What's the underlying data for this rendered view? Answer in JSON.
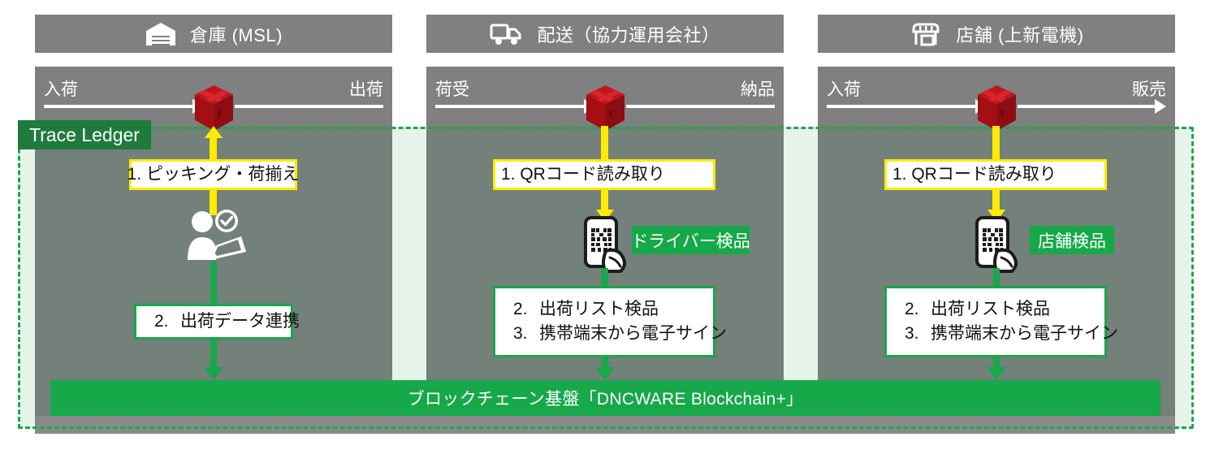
{
  "diagram": {
    "ledger": {
      "tag": "Trace Ledger"
    },
    "chain": {
      "label": "ブロックチェーン基盤「DNCWARE Blockchain+」"
    },
    "colors": {
      "panel_gray": "#808080",
      "panel_dim": "#74807a",
      "green": "#17a84a",
      "green_dark": "#1e7b3c",
      "mint": "#e6f4ea",
      "yellow": "#ffec00",
      "box_red": "#b01116",
      "white": "#ffffff"
    },
    "columns": [
      {
        "id": "warehouse",
        "header": {
          "icon": "warehouse-icon",
          "label": "倉庫 (MSL)"
        },
        "flow": {
          "left": "入荷",
          "right": "出荷",
          "left_arrow": true,
          "right_arrow": false
        },
        "package_icon": "package-box-icon",
        "step1": {
          "label": "1. ピッキング・荷揃え",
          "border": "yellow"
        },
        "actor_icon": "worker-checklist-icon",
        "badge": null,
        "step2": {
          "rows": [
            {
              "num": "2.",
              "text": "出荷データ連携"
            }
          ],
          "border": "green"
        }
      },
      {
        "id": "delivery",
        "header": {
          "icon": "truck-icon",
          "label": "配送（協力運用会社）"
        },
        "flow": {
          "left": "荷受",
          "right": "納品",
          "left_arrow": true,
          "right_arrow": false
        },
        "package_icon": "package-box-icon",
        "step1": {
          "label": "1. QRコード読み取り",
          "border": "yellow"
        },
        "actor_icon": "phone-qr-scan-icon",
        "badge": {
          "label": "ドライバー検品"
        },
        "step2": {
          "rows": [
            {
              "num": "2.",
              "text": "出荷リスト検品"
            },
            {
              "num": "3.",
              "text": "携帯端末から電子サイン"
            }
          ],
          "border": "green"
        }
      },
      {
        "id": "store",
        "header": {
          "icon": "store-icon",
          "label": "店舗 (上新電機)"
        },
        "flow": {
          "left": "入荷",
          "right": "販売",
          "left_arrow": true,
          "right_arrow": true
        },
        "package_icon": "package-box-icon",
        "step1": {
          "label": "1. QRコード読み取り",
          "border": "yellow"
        },
        "actor_icon": "phone-qr-scan-icon",
        "badge": {
          "label": "店舗検品"
        },
        "step2": {
          "rows": [
            {
              "num": "2.",
              "text": "出荷リスト検品"
            },
            {
              "num": "3.",
              "text": "携帯端末から電子サイン"
            }
          ],
          "border": "green"
        }
      }
    ]
  }
}
